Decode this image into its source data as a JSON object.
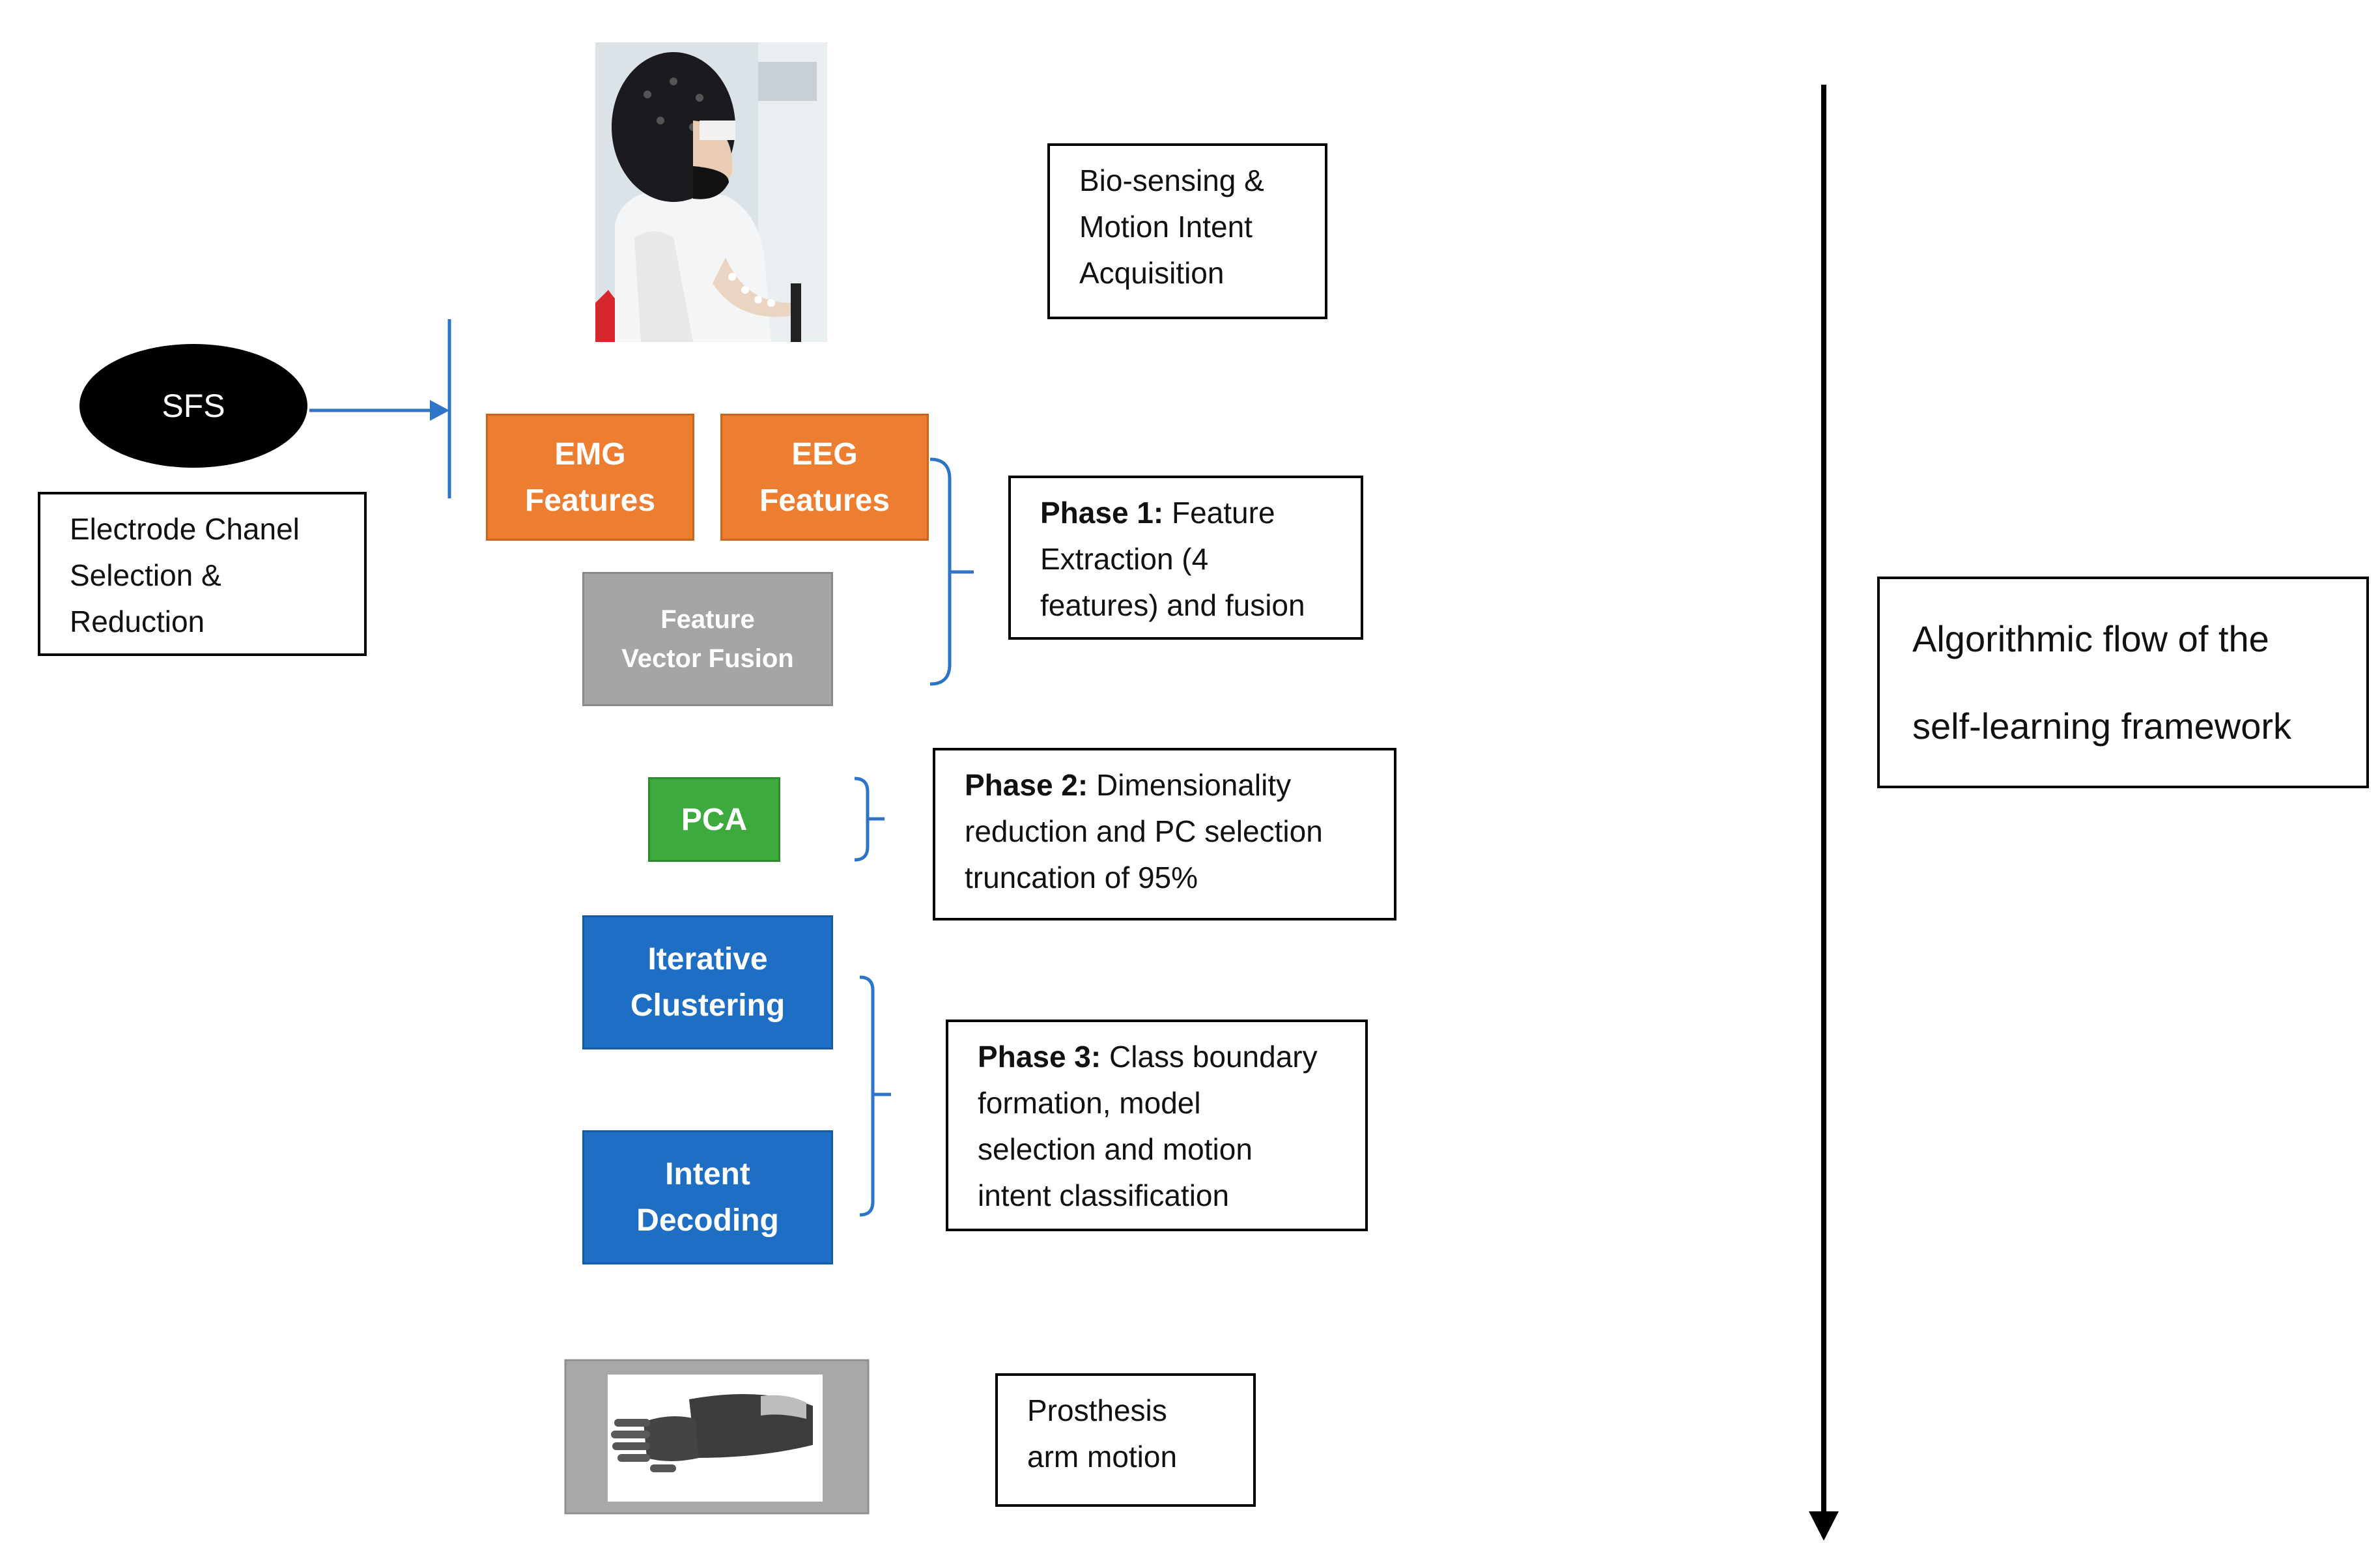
{
  "diagram": {
    "sfs": {
      "label": "SFS"
    },
    "electrode_note": {
      "lines": [
        "Electrode Chanel",
        "Selection &",
        "Reduction"
      ]
    },
    "acquisition_note": {
      "lines": [
        "Bio-sensing &",
        "Motion Intent",
        "Acquisition"
      ]
    },
    "emg": {
      "lines": [
        "EMG",
        "Features"
      ]
    },
    "eeg": {
      "lines": [
        "EEG",
        "Features"
      ]
    },
    "fusion": {
      "lines": [
        "Feature",
        "Vector Fusion"
      ]
    },
    "pca": {
      "label": "PCA"
    },
    "clustering": {
      "lines": [
        "Iterative",
        "Clustering"
      ]
    },
    "decoding": {
      "lines": [
        "Intent",
        "Decoding"
      ]
    },
    "phase1": {
      "bold": "Phase 1:",
      "rest": " Feature",
      "lines": [
        "Extraction (4",
        "features) and fusion"
      ]
    },
    "phase2": {
      "bold": "Phase 2:",
      "rest": " Dimensionality",
      "lines": [
        "reduction and PC selection",
        "truncation of 95%"
      ]
    },
    "phase3": {
      "bold": "Phase 3:",
      "rest": " Class boundary",
      "lines": [
        "formation, model",
        "selection and motion",
        "intent classification"
      ]
    },
    "prosthesis_note": {
      "lines": [
        "Prosthesis",
        "arm motion"
      ]
    },
    "flow_note": {
      "lines": [
        "Algorithmic flow of the",
        "self-learning framework"
      ]
    },
    "colors": {
      "orange": "#ED7D31",
      "gray": "#A5A5A5",
      "green": "#3DAA3D",
      "blue": "#1E6FC4",
      "connector": "#2E75C8",
      "arrow": "#000000"
    },
    "images": {
      "subject_photo": "subject-with-eeg-cap-photo",
      "prosthesis_photo": "prosthetic-arm-photo"
    }
  }
}
